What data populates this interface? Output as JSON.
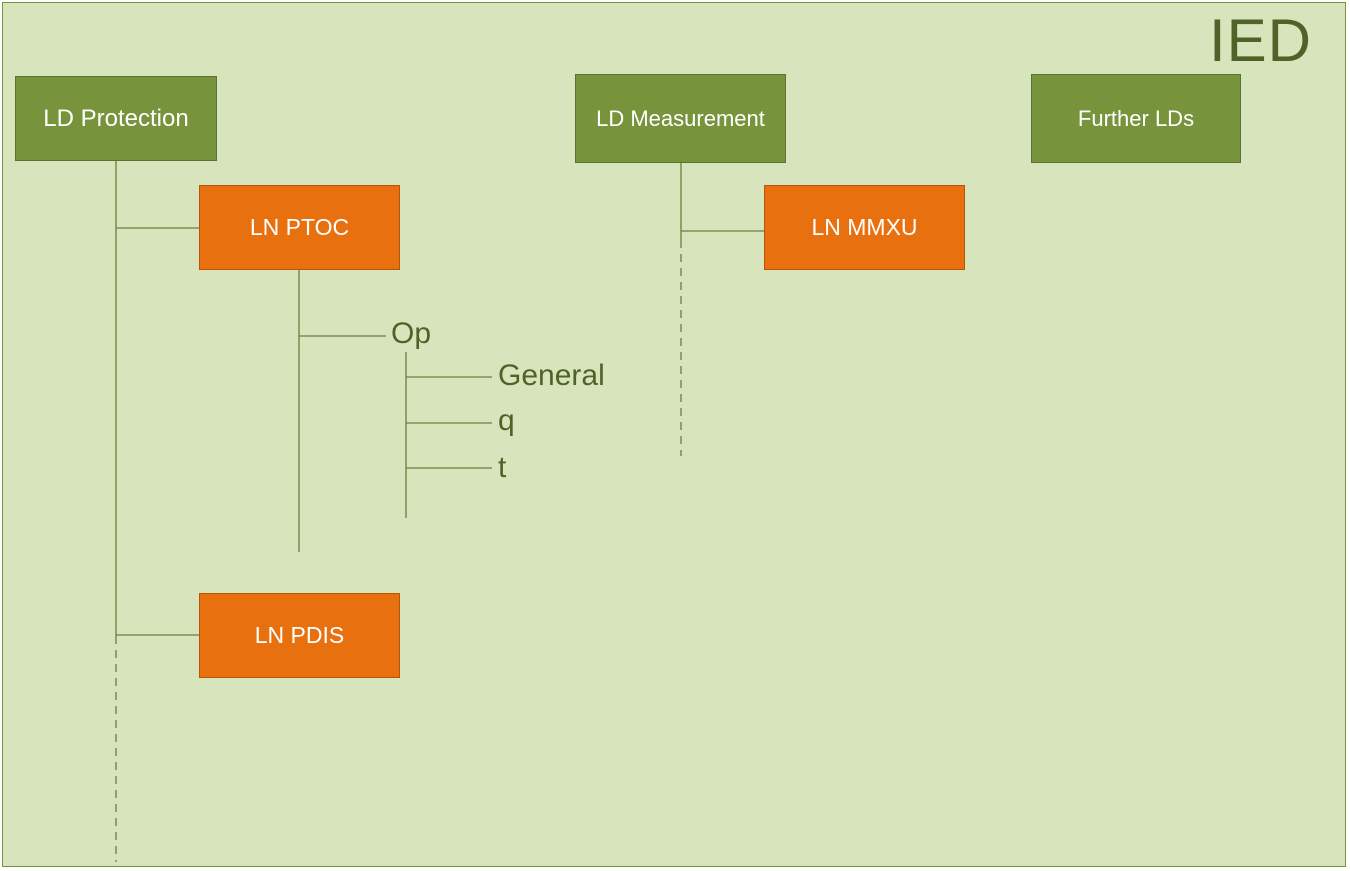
{
  "ied": {
    "title": "IED"
  },
  "logical_devices": [
    {
      "label": "LD Protection"
    },
    {
      "label": "LD Measurement"
    },
    {
      "label": "Further LDs"
    }
  ],
  "logical_nodes": [
    {
      "label": "LN PTOC"
    },
    {
      "label": "LN PDIS"
    },
    {
      "label": "LN MMXU"
    }
  ],
  "data_objects": [
    {
      "label": "Op"
    }
  ],
  "data_attributes": [
    {
      "label": "General"
    },
    {
      "label": "q"
    },
    {
      "label": "t"
    }
  ],
  "colors": {
    "background": "#d8e4bc",
    "logical_device": "#77933c",
    "logical_node": "#e9700f",
    "text_dark": "#4f6228",
    "connector": "#6b7d3a"
  }
}
